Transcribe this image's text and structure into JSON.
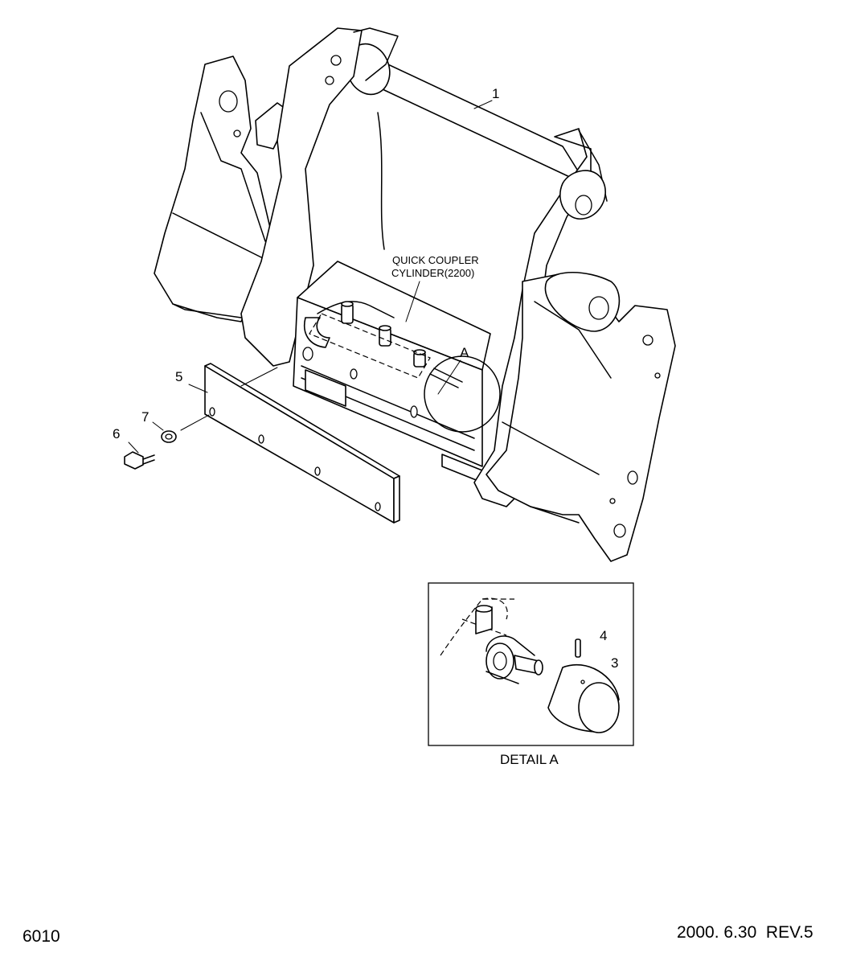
{
  "callouts": {
    "item1": "1",
    "item3": "3",
    "item4": "4",
    "item5": "5",
    "item6": "6",
    "item7": "7",
    "detail_ref": "A"
  },
  "annotation": {
    "line1": "QUICK COUPLER",
    "line2": "CYLINDER(2200)"
  },
  "detail": {
    "caption": "DETAIL A"
  },
  "footer": {
    "page_code": "6010",
    "date_rev": "2000. 6.30  REV.5"
  }
}
